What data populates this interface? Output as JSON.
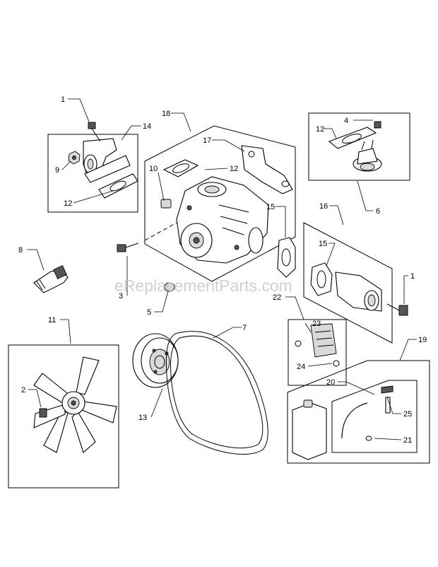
{
  "watermark": "eReplacementParts.com",
  "callouts": {
    "c1a": "1",
    "c1b": "1",
    "c2": "2",
    "c3": "3",
    "c4": "4",
    "c5": "5",
    "c6": "6",
    "c7": "7",
    "c8": "8",
    "c9": "9",
    "c10": "10",
    "c11": "11",
    "c12a": "12",
    "c12b": "12",
    "c12c": "12",
    "c13": "13",
    "c14": "14",
    "c15a": "15",
    "c15b": "15",
    "c16": "16",
    "c17": "17",
    "c18": "18",
    "c19": "19",
    "c20": "20",
    "c21": "21",
    "c22": "22",
    "c23": "23",
    "c24": "24",
    "c25": "25"
  }
}
